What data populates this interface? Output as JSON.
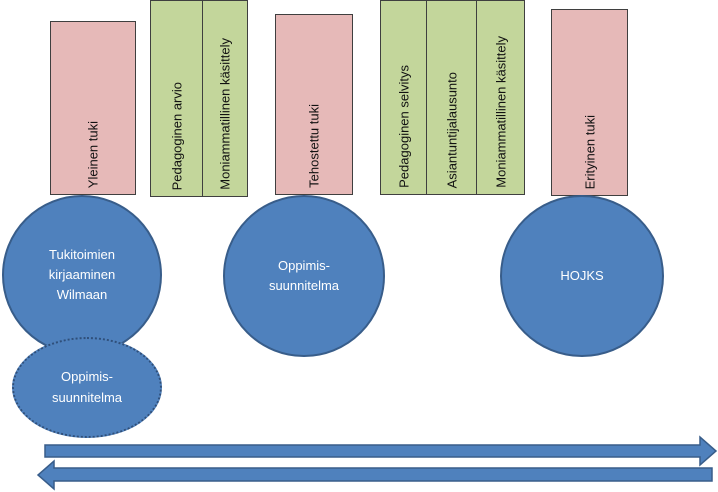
{
  "boxes": [
    {
      "label": "Yleinen tuki",
      "color": "#e6b9b8"
    },
    {
      "label": "Pedagoginen arvio",
      "color": "#c3d69b"
    },
    {
      "label": "Moniammatillinen käsittely",
      "color": "#c3d69b"
    },
    {
      "label": "Tehostettu tuki",
      "color": "#e6b9b8"
    },
    {
      "label": "Pedagoginen selvitys",
      "color": "#c3d69b"
    },
    {
      "label": "Asiantuntijalausunto",
      "color": "#c3d69b"
    },
    {
      "label": "Moniammatillinen käsittely",
      "color": "#c3d69b"
    },
    {
      "label": "Erityinen tuki",
      "color": "#e6b9b8"
    }
  ],
  "circles": [
    {
      "label": "Tukitoimien\nkirjaaminen\nWilmaan"
    },
    {
      "label": "Oppimis-\nsuunnitelma"
    },
    {
      "label": "HOJKS"
    }
  ],
  "ellipse": {
    "label": "Oppimis-\nsuunnitelma"
  },
  "arrows": {
    "direction_top": "right",
    "direction_bottom": "left",
    "fill_color": "#4f81bd",
    "stroke_color": "#385d8a"
  }
}
